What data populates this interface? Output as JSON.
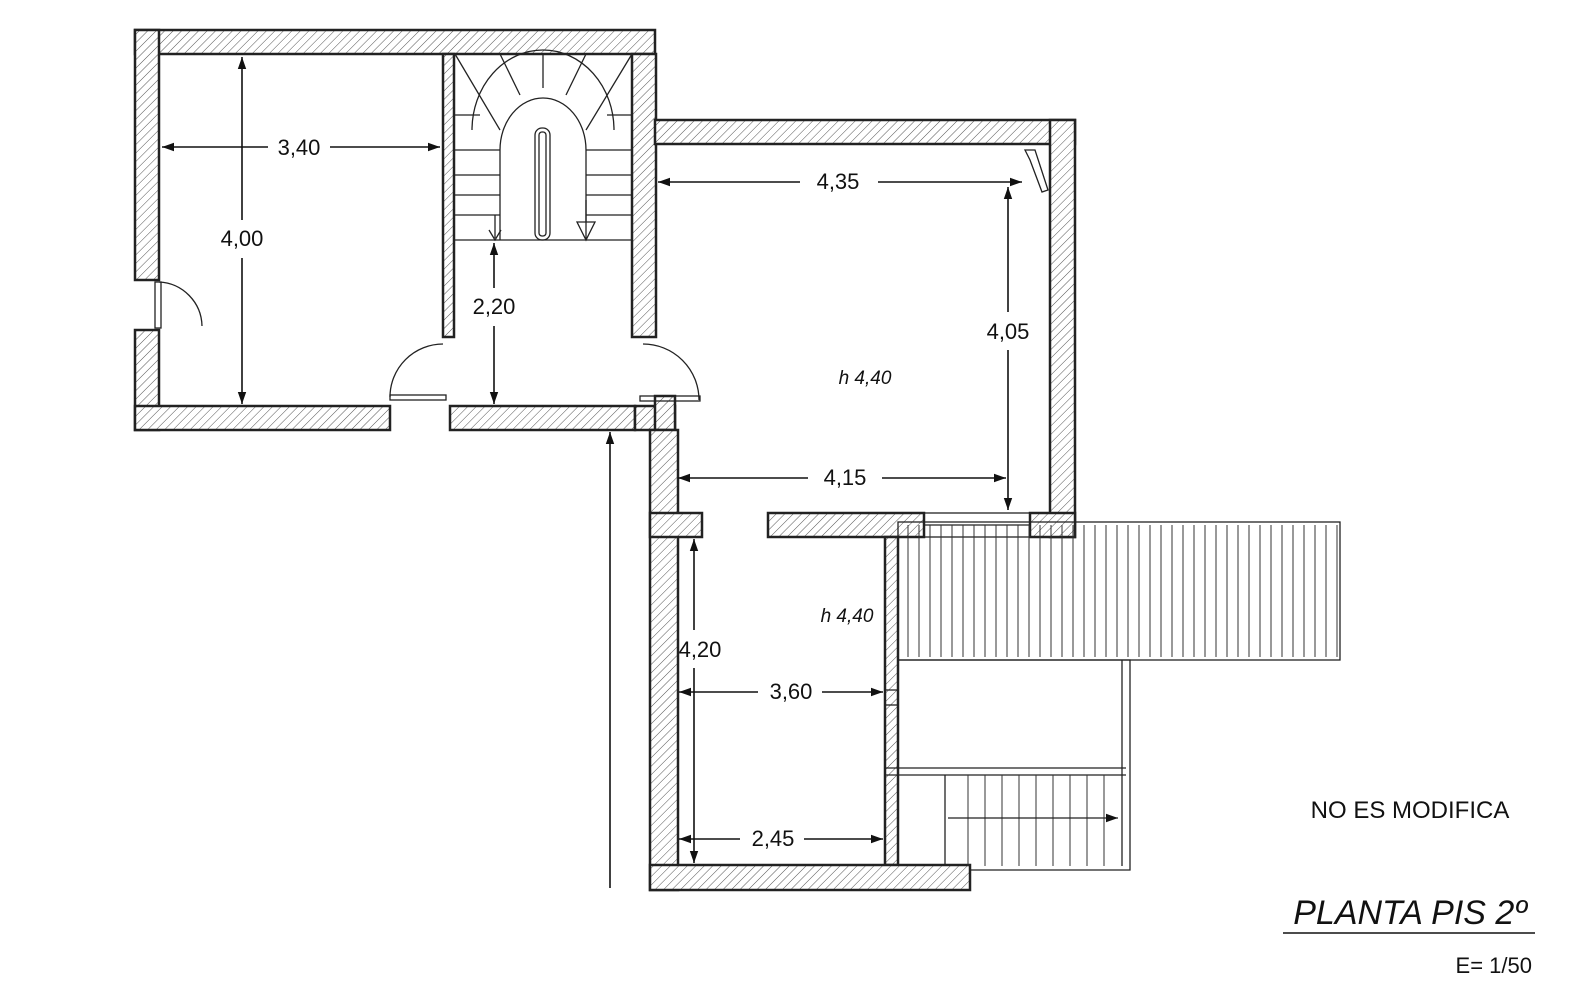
{
  "dimensions": {
    "room_width_top_left": "3,40",
    "room_height_top_left": "4,00",
    "hall_length": "2,20",
    "main_width_top": "4,35",
    "main_height_right": "4,05",
    "main_width_bottom": "4,15",
    "lower_height": "4,20",
    "lower_width": "3,60",
    "lower_width_bottom": "2,45"
  },
  "ceiling_heights": {
    "main_room": "h 4,40",
    "lower_room": "h 4,40"
  },
  "note": "NO ES MODIFICA",
  "title": "PLANTA PIS 2º",
  "scale": "E= 1/50"
}
